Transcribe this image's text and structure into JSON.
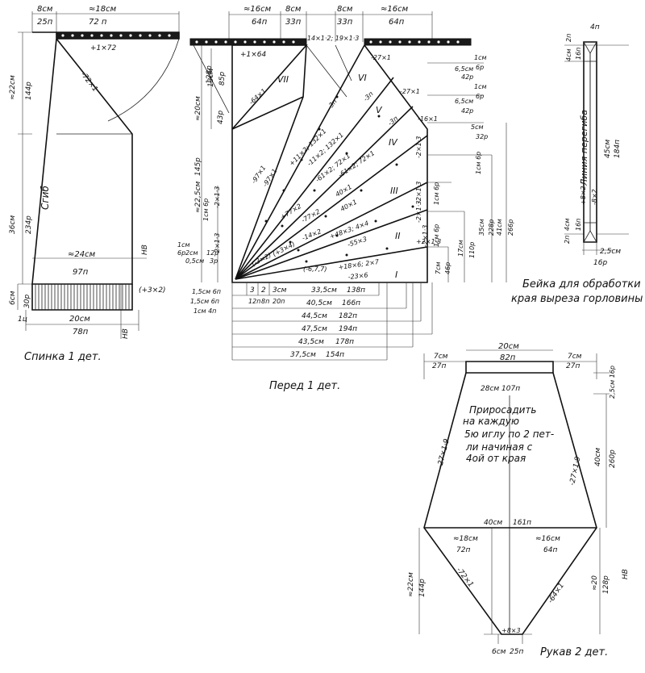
{
  "back": {
    "caption": "Спинка 1 дет.",
    "top_left_cm": "8см",
    "top_left_rows": "25п",
    "top_right_cm": "≈18см",
    "top_right_rows": "72 п",
    "band_label": "+1×72",
    "diag_label": "-72×1",
    "height_top_cm": "≈22см",
    "height_top_rows": "144р",
    "fold_label": "Сгиб",
    "height_main_cm": "36см",
    "height_main_rows": "234р",
    "width_cm": "≈24см",
    "width_sts": "97п",
    "rib_cm": "6см",
    "rib_rows": "30р",
    "rib_width_cm": "20см",
    "rib_width_sts": "78п",
    "rib_side": "1ц",
    "inc_label": "(+3×2)",
    "nv_upper": "НВ",
    "nv_lower": "НВ"
  },
  "front": {
    "caption": "Перед 1 дет.",
    "top_labels": [
      "≈16см",
      "8см",
      "8см",
      "≈16см"
    ],
    "top_sts": [
      "64п",
      "33п",
      "33п",
      "64п"
    ],
    "band_left_label": "+1×64",
    "center_dec": "-14×1·2; 19×1·3",
    "panel_numerals": [
      "VII",
      "VI",
      "V",
      "IV",
      "III",
      "II",
      "I"
    ],
    "left_cm": [
      "≈20см",
      "≈22,5см",
      "1см",
      "2см",
      "0,5см"
    ],
    "left_rows": [
      "128р",
      "145р",
      "6р",
      "12р",
      "3р"
    ],
    "left_inner": [
      "13см",
      "85р",
      "43р",
      "1см 6р",
      "-2×1·3",
      "-2×1·3"
    ],
    "right_dims": [
      "6,5см",
      "42р",
      "6,5см",
      "42р",
      "1см",
      "6р",
      "1см",
      "6р",
      "5см",
      "32р",
      "1см 6р",
      "1см 6р",
      "1см 6р",
      "7см",
      "46р",
      "17см",
      "110р",
      "35см",
      "228р",
      "41см",
      "266р"
    ],
    "panel_labels": [
      "-64×1",
      "-27×1",
      "-27×1",
      "-3п",
      "-3п",
      "-3п",
      "-97×1",
      "-97×1",
      "+11×2; 132×1",
      "-11×2; 132×1",
      "-61×2; 72×1",
      "-61×2; 72×1",
      "-16×1",
      "-2×1·3",
      "-2×1·3",
      "-2×1·3",
      "-2×1·3",
      "+77×2",
      "-77×2",
      "40×1",
      "40×1",
      "+48×3; 4×4",
      "-55×3",
      "-14×2",
      "+2×1·3",
      "(-6,7,7)",
      "+18×6; 2×7",
      "-23×6",
      "(+3×4)",
      "(-3×2)"
    ],
    "bottom_small": [
      "1,5см 6п",
      "1,5см 6п",
      "1см 4п",
      "3",
      "2",
      "3см",
      "12п",
      "8п",
      "20п"
    ],
    "widths": [
      {
        "cm": "33,5см",
        "sts": "138п"
      },
      {
        "cm": "40,5см",
        "sts": "166п"
      },
      {
        "cm": "44,5см",
        "sts": "182п"
      },
      {
        "cm": "47,5см",
        "sts": "194п"
      },
      {
        "cm": "43,5см",
        "sts": "178п"
      },
      {
        "cm": "37,5см",
        "sts": "154п"
      }
    ]
  },
  "neckband": {
    "caption_1": "Бейка для обработки",
    "caption_2": "края выреза горловины",
    "fold_line": "Линия перегиба",
    "top_sts": "4п",
    "top_cm": "4см",
    "top_rows": "2п",
    "top_inner": "16п",
    "length_cm": "45см",
    "length_rows": "184п",
    "inner_plus": "+8×2",
    "inner_minus": "-8×2",
    "bottom_cm": "4см",
    "bottom_inner": "16п",
    "bottom_side": "2п",
    "width_cm": "2,5см",
    "width_sts": "16р"
  },
  "sleeve": {
    "caption": "Рукав 2 дет.",
    "top_cm": "20см",
    "top_sts": "82п",
    "top_left_cm": "7см",
    "top_left_sts": "27п",
    "top_right_cm": "7см",
    "top_right_sts": "27п",
    "inner_cm": "28см 107п",
    "right_top_cm": "2,5см 16р",
    "note_lines": [
      "Приросадить",
      "на каждую",
      "5ю иглу по 2 пет-",
      "ли начиная с",
      "4ой от края"
    ],
    "side_dec_left": "-27×1·9",
    "side_dec_right": "-27×1·9",
    "height_cm": "40см",
    "height_rows": "260р",
    "mid_cm": "40см",
    "mid_sts": "161п",
    "cap_left_cm": "≈18см",
    "cap_left_sts": "72п",
    "cap_right_cm": "≈16см",
    "cap_right_sts": "64п",
    "cap_left_h_cm": "≈22см",
    "cap_left_h_rows": "144р",
    "cap_right_h_cm": "≈20",
    "cap_right_h_rows": "128р",
    "diag_left": "-72×1",
    "diag_right": "-64×1",
    "bottom_label": "+8×3",
    "bottom_cm": "6см",
    "bottom_sts": "25п",
    "nv": "НВ"
  }
}
